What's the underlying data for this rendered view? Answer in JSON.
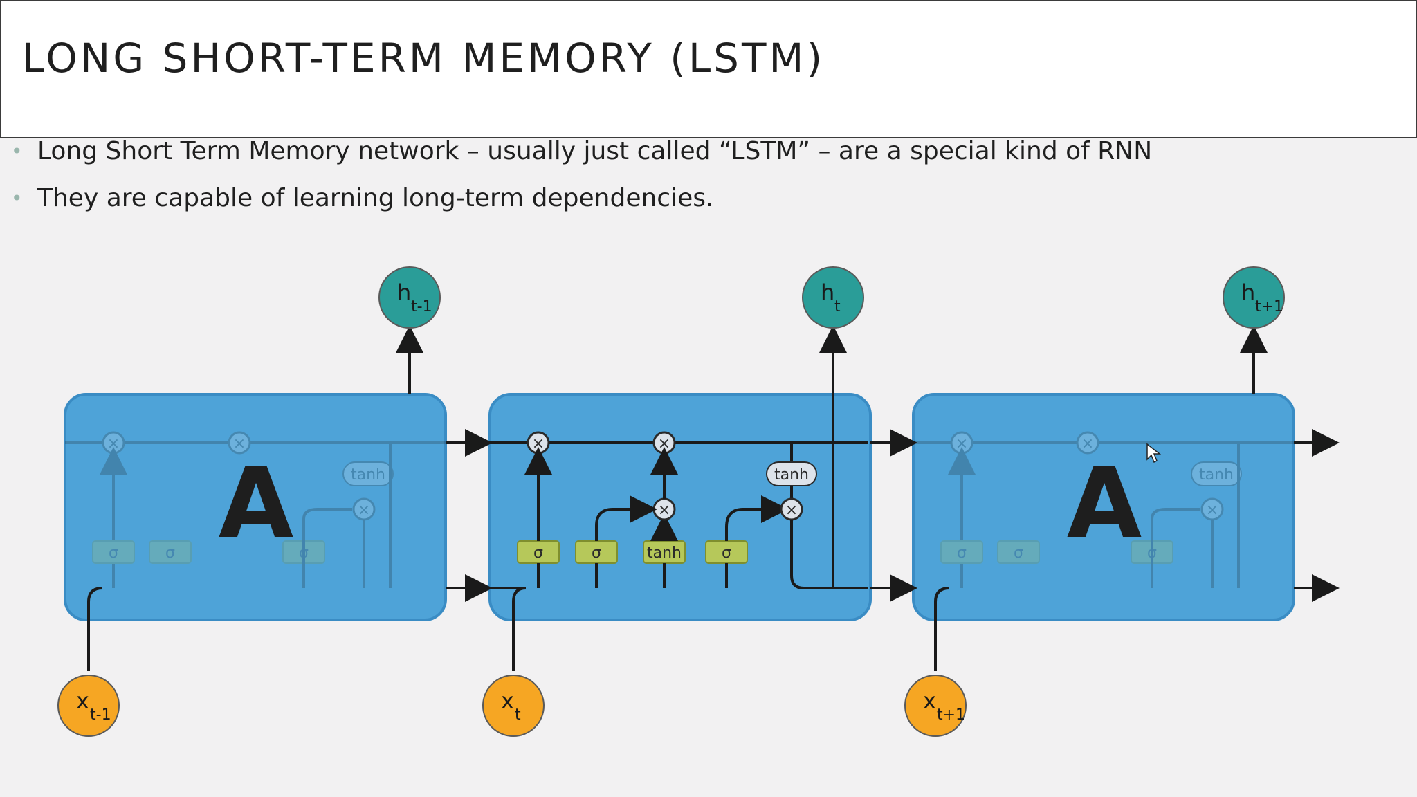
{
  "slide": {
    "title": "LONG SHORT-TERM MEMORY (LSTM)",
    "bullets": [
      "Long Short Term Memory network – usually just called “LSTM” – are a special kind of RNN",
      "They are capable of learning long-term dependencies."
    ]
  },
  "diagram": {
    "cells": [
      {
        "label": "A",
        "input_main": "x",
        "input_sub": "t-1",
        "output_main": "h",
        "output_sub": "t-1"
      },
      {
        "label": "",
        "input_main": "x",
        "input_sub": "t",
        "output_main": "h",
        "output_sub": "t"
      },
      {
        "label": "A",
        "input_main": "x",
        "input_sub": "t+1",
        "output_main": "h",
        "output_sub": "t+1"
      }
    ],
    "gates": [
      "σ",
      "σ",
      "tanh",
      "σ"
    ],
    "cell_tanh": "tanh",
    "multiply_symbol": "×",
    "colors": {
      "cell": "#4ea3d8",
      "cell_border": "#3a8cc4",
      "output_node": "#2a9d98",
      "input_node": "#f6a623",
      "gate": "#b6c85a",
      "line": "#1a1a1a"
    }
  }
}
